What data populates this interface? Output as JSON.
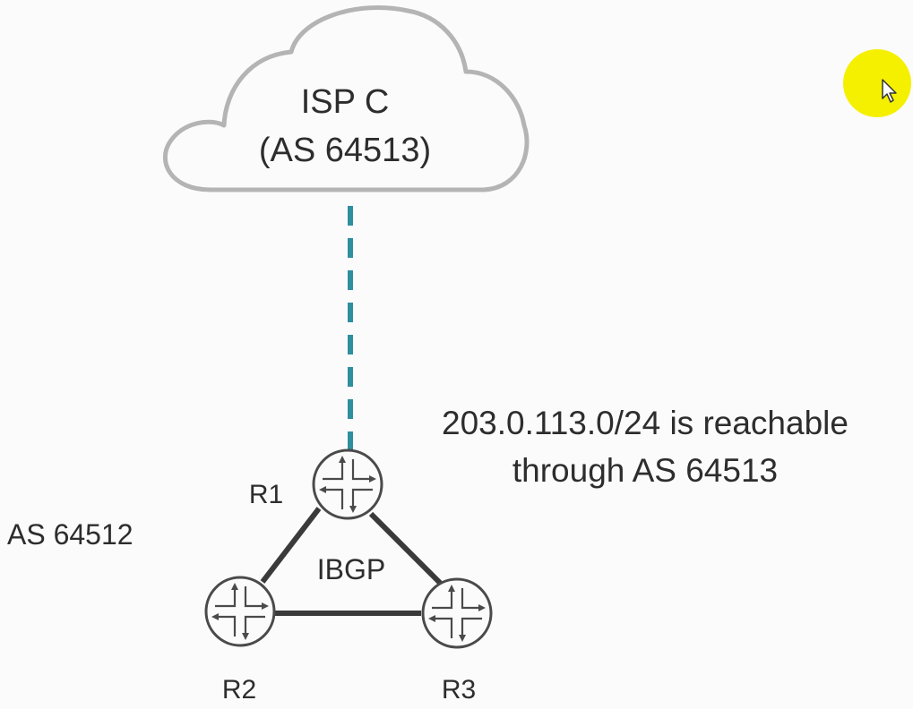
{
  "isp": {
    "name": "ISP C",
    "as": "(AS 64513)"
  },
  "annotation": {
    "line1": "203.0.113.0/24 is reachable",
    "line2": "through AS 64513"
  },
  "local_as": "AS 64512",
  "ibgp_label": "IBGP",
  "routers": [
    {
      "label": "R1"
    },
    {
      "label": "R2"
    },
    {
      "label": "R3"
    }
  ],
  "colors": {
    "cloud_stroke": "#b4b4b4",
    "dashed_link": "#2f8fa0",
    "ibgp_link": "#3a3a3a",
    "router_stroke": "#4a4a4a",
    "cursor_highlight": "#f5f000"
  }
}
